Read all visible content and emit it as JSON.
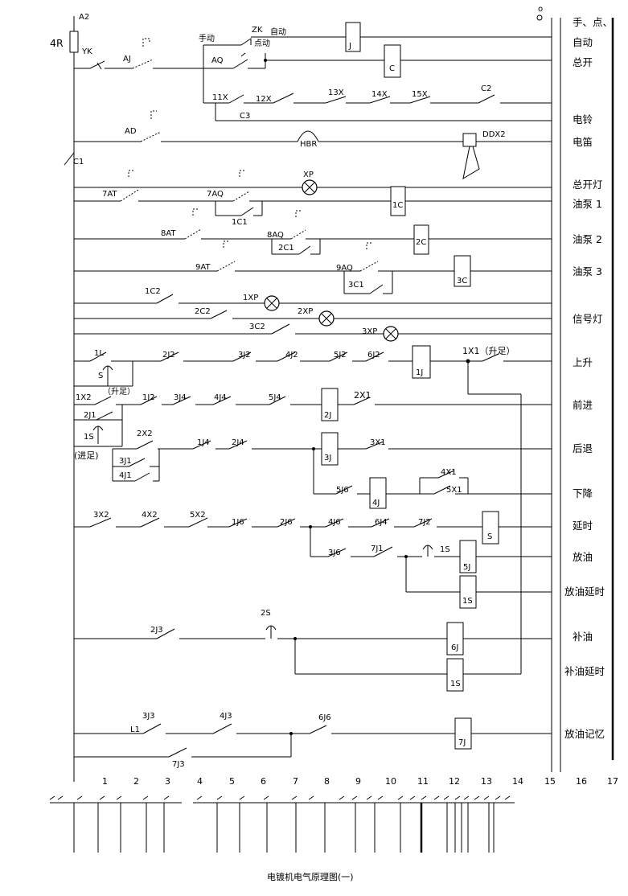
{
  "title": "电镀机电气原理图(一)",
  "supply": {
    "a2": "A2",
    "fuse": "4R",
    "yk": "YK",
    "o": "o"
  },
  "column_numbers": [
    "1",
    "2",
    "3",
    "4",
    "5",
    "6",
    "7",
    "8",
    "9",
    "10",
    "11",
    "12",
    "13",
    "14",
    "15",
    "16",
    "17"
  ],
  "rung_labels": [
    {
      "id": "r0",
      "text": "手、点、"
    },
    {
      "id": "r1",
      "text": "自动"
    },
    {
      "id": "r2",
      "text": "总开"
    },
    {
      "id": "r3",
      "text": "电铃"
    },
    {
      "id": "r4",
      "text": "电笛"
    },
    {
      "id": "r5",
      "text": "总开灯"
    },
    {
      "id": "r6",
      "text": "油泵 1"
    },
    {
      "id": "r7",
      "text": "油泵 2"
    },
    {
      "id": "r8",
      "text": "油泵 3"
    },
    {
      "id": "r9",
      "text": "信号灯"
    },
    {
      "id": "r10",
      "text": "上升"
    },
    {
      "id": "r11",
      "text": "前进"
    },
    {
      "id": "r12",
      "text": "后退"
    },
    {
      "id": "r13",
      "text": "下降"
    },
    {
      "id": "r14",
      "text": "延时"
    },
    {
      "id": "r15",
      "text": "放油"
    },
    {
      "id": "r16",
      "text": "放油延时"
    },
    {
      "id": "r17",
      "text": "补油"
    },
    {
      "id": "r18",
      "text": "补油延时"
    },
    {
      "id": "r19",
      "text": "放油记忆"
    }
  ],
  "component_labels": {
    "aj": "AJ",
    "shoudong": "手动",
    "zk": "ZK",
    "zidong": "自动",
    "diandong": "点动",
    "j": "J",
    "aq": "AQ",
    "c": "C",
    "x11": "11X",
    "x12": "12X",
    "x13": "13X",
    "x14": "14X",
    "x15": "15X",
    "c2": "C2",
    "c3": "C3",
    "ad": "AD",
    "hbr": "HBR",
    "ddx2": "DDX2",
    "c1": "C1",
    "xp": "XP",
    "at7": "7AT",
    "aq7": "7AQ",
    "c1_1": "1C1",
    "coil1c": "1C",
    "at8": "8AT",
    "aq8": "8AQ",
    "c1_2": "2C1",
    "coil2c": "2C",
    "at9": "9AT",
    "aq9": "9AQ",
    "c1_3": "3C1",
    "coil3c": "3C",
    "c2_1": "1C2",
    "xp1": "1XP",
    "c2_2": "2C2",
    "xp2": "2XP",
    "c2_3": "3C2",
    "xp3": "3XP",
    "l1": "1L",
    "s": "S",
    "shengzu1": "（升足）",
    "j2_2": "2J2",
    "j2_3": "3J2",
    "j2_4": "4J2",
    "j2_5": "5J2",
    "j2_6": "6J2",
    "coil1j": "1J",
    "x1_1": "1X1（升足）",
    "x2_1": "1X2",
    "j2_1": "1J2",
    "j4_3": "3J4",
    "j4_4": "4J4",
    "j4_5": "5J4",
    "coil2j": "2J",
    "x1_2": "2X1",
    "j1_2": "2J1",
    "s1": "1S",
    "jinzu": "(进足)",
    "x2_2": "2X2",
    "j4_1": "1J4",
    "j4_2": "2J4",
    "coil3j": "3J",
    "x1_3": "3X1",
    "j1_3": "3J1",
    "j1_4": "4J1",
    "j6_5": "5J6",
    "coil4j": "4J",
    "x1_4": "4X1",
    "x1_5": "5X1",
    "x2_3": "3X2",
    "x2_4": "4X2",
    "x2_5": "5X2",
    "j6_1": "1J6",
    "j6_2": "2J6",
    "j6_4": "4J6",
    "j4_6": "6J4",
    "j2_7": "7J2",
    "coil_s": "S",
    "j6_3": "3J6",
    "j1_7": "7J1",
    "s1b": "1S",
    "coil5j": "5J",
    "coil1s": "1S",
    "j3_2": "2J3",
    "s2": "2S",
    "coil6j": "6J",
    "coil1s_b": "1S",
    "j3_3": "3J3",
    "l1b": "L1",
    "j3_4": "4J3",
    "j6_6": "6J6",
    "coil7j": "7J",
    "j3_7": "7J3"
  }
}
